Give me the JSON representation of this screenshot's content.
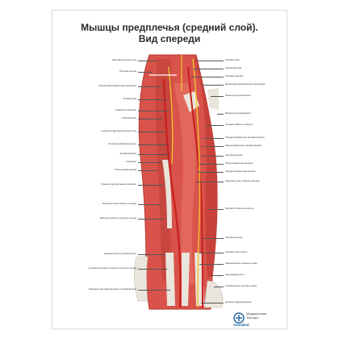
{
  "title": {
    "line1": "Мышцы предплечья (средний слой).",
    "line2": "Вид спереди"
  },
  "labels_left": [
    "Двуглавая мышца плеча",
    "Плечевая мышца",
    "Латеральный кожный нерв предплечья",
    "Лучевой нерв",
    "Поверхностная ветвь",
    "Глубокая ветвь",
    "Сухожилие двуглавой мышцы плеча",
    "Лучевая возвратная артерия",
    "Лучевая артерия",
    "Супинатор",
    "Плечелучевая мышца",
    "Пронатор круглый мышца (обрезан)",
    "Поверхностный сгибатель пальцев",
    "Длинный сгибатель большого пальца",
    "Ладонная ветвь лучевой артерии",
    "Сухожилие длинного сгибателя большого пальца",
    "Поверхностная ладонная ветвь лучевой артерии"
  ],
  "labels_right": [
    "Локтевой нерв",
    "Срединный нерв",
    "Плечевая артерия",
    "Медиальная межмышечная перегородка",
    "Пронатор круглый мышца",
    "Медиальный надмыщелок",
    "Лучевой сгибатель запястья",
    "Передняя возвратная локтевая артерия",
    "Задняя возвратная локтевая артерия",
    "Локтевая артерия",
    "Общая межкостная артерия",
    "Передняя межкостная артерия",
    "Поверхностный сгибатель пальцев",
    "Локтевой сгибатель запястья",
    "Локтевая артерия",
    "Локтевой нерв и ветвь",
    "Ладонная ветвь локтевого нерва",
    "Гороховидная кость",
    "Глубокая ветвь локтевого нерва",
    "Длинная ладонная мышца"
  ],
  "brand": {
    "name": "AlmaMed",
    "tagline_line1": "Медицинская",
    "tagline_line2": "Техника"
  },
  "colors": {
    "muscle": "#d9534a",
    "muscle_dark": "#b63a32",
    "tendon": "#eae5dc",
    "artery": "#c8201c",
    "nerve": "#f2c230",
    "title": "#2a2a2a",
    "accent": "#2a6aa3"
  }
}
